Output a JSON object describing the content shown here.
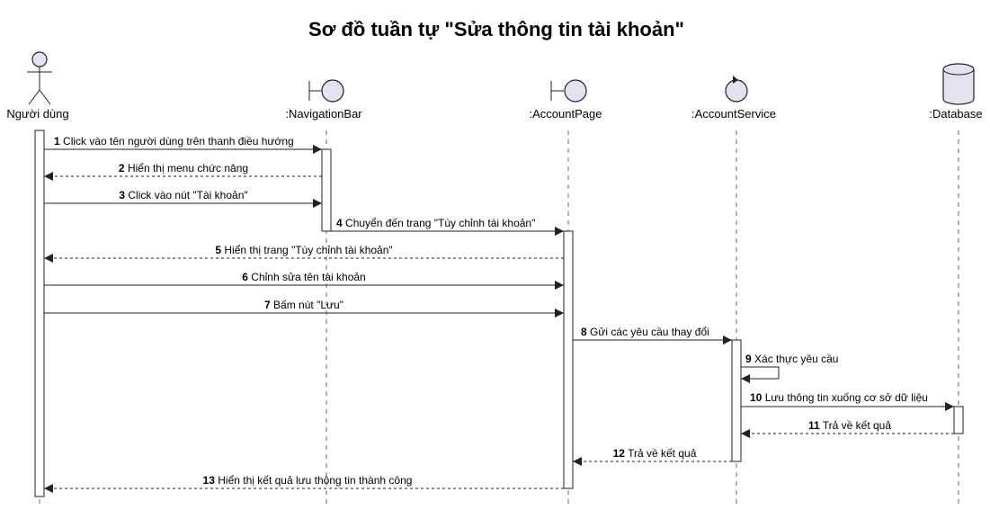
{
  "title": "Sơ đồ tuần tự \"Sửa thông tin tài khoản\"",
  "participants": [
    {
      "id": "user",
      "label": "Người dùng",
      "kind": "actor-icon"
    },
    {
      "id": "nav",
      "label": ":NavigationBar",
      "kind": "boundary-icon"
    },
    {
      "id": "page",
      "label": ":AccountPage",
      "kind": "boundary-icon"
    },
    {
      "id": "svc",
      "label": ":AccountService",
      "kind": "control-icon"
    },
    {
      "id": "db",
      "label": ":Database",
      "kind": "database-icon"
    }
  ],
  "messages": [
    {
      "num": "1",
      "text": "Click vào tên người dùng trên thanh điều hướng",
      "from": "user",
      "to": "nav",
      "style": "solid"
    },
    {
      "num": "2",
      "text": "Hiển thị menu chức năng",
      "from": "nav",
      "to": "user",
      "style": "dashed"
    },
    {
      "num": "3",
      "text": "Click vào nút \"Tài khoản\"",
      "from": "user",
      "to": "nav",
      "style": "solid"
    },
    {
      "num": "4",
      "text": "Chuyển đến trang \"Tùy chỉnh tài khoản\"",
      "from": "nav",
      "to": "page",
      "style": "solid"
    },
    {
      "num": "5",
      "text": "Hiển thị trang \"Tùy chỉnh tài khoản\"",
      "from": "page",
      "to": "user",
      "style": "dashed"
    },
    {
      "num": "6",
      "text": "Chỉnh sửa tên tài khoản",
      "from": "user",
      "to": "page",
      "style": "solid"
    },
    {
      "num": "7",
      "text": "Bấm nút \"Lưu\"",
      "from": "user",
      "to": "page",
      "style": "solid"
    },
    {
      "num": "8",
      "text": "Gửi các yêu cầu thay đổi",
      "from": "page",
      "to": "svc",
      "style": "solid"
    },
    {
      "num": "9",
      "text": "Xác thực yêu cầu",
      "from": "svc",
      "to": "svc",
      "style": "self"
    },
    {
      "num": "10",
      "text": "Lưu thông tin xuống cơ sở dữ liệu",
      "from": "svc",
      "to": "db",
      "style": "solid"
    },
    {
      "num": "11",
      "text": "Trả về kết quả",
      "from": "db",
      "to": "svc",
      "style": "dashed"
    },
    {
      "num": "12",
      "text": "Trả về kết quả",
      "from": "svc",
      "to": "page",
      "style": "dashed"
    },
    {
      "num": "13",
      "text": "Hiển thị kết quả lưu thông tin thành công",
      "from": "page",
      "to": "user",
      "style": "dashed"
    }
  ]
}
